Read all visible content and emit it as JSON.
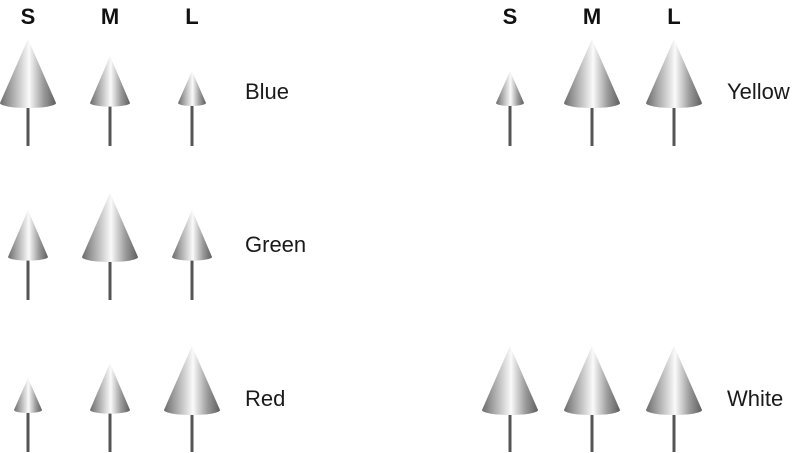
{
  "headers": {
    "left": [
      "S",
      "M",
      "L"
    ],
    "right": [
      "S",
      "M",
      "L"
    ]
  },
  "groups": [
    {
      "label": "Blue",
      "cone_levels": {
        "S": "large",
        "M": "medium",
        "L": "small"
      }
    },
    {
      "label": "Green",
      "cone_levels": {
        "S": "medium",
        "M": "large",
        "L": "medium"
      }
    },
    {
      "label": "Red",
      "cone_levels": {
        "S": "small",
        "M": "medium",
        "L": "large"
      }
    },
    {
      "label": "Yellow",
      "cone_levels": {
        "S": "small",
        "M": "large",
        "L": "large"
      }
    },
    {
      "label": "White",
      "cone_levels": {
        "S": "large",
        "M": "large",
        "L": "large"
      }
    }
  ],
  "colors": {
    "stem": "#555555",
    "cone_dark": "#6b6b6b",
    "cone_light": "#fafafa",
    "text": "#1a1a1a"
  }
}
